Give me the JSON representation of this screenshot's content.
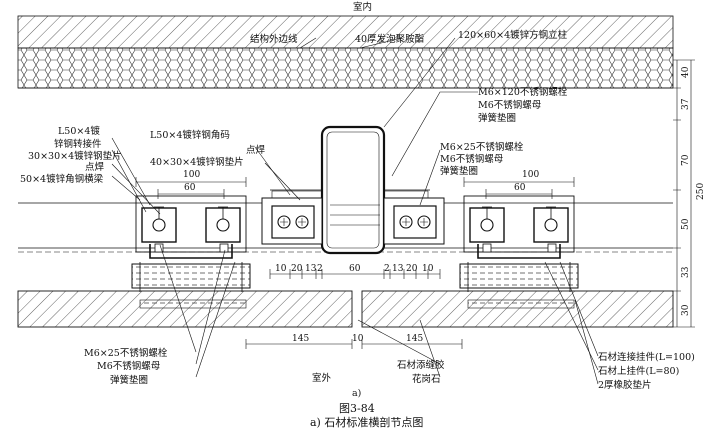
{
  "labels": {
    "indoor": "室内",
    "outdoor": "室外",
    "structure_edge": "结构外边线",
    "foam_board": "40厚发泡聚胺酯",
    "square_tube": "120×60×4镀锌方钢立柱",
    "bolt_m6x120": "M6×120不锈钢螺栓",
    "nut_m6_a": "M6不锈钢螺母",
    "washer_a": "弹簧垫圈",
    "angle_l50_clip": "L50×4镀锌钢角码",
    "spot_weld_a": "点焊",
    "gasket_40x30": "40×30×4镀锌钢垫片",
    "bolt_m6x25_a": "M6×25不锈钢螺栓",
    "nut_m6_b": "M6不锈钢螺母",
    "washer_b": "弹簧垫圈",
    "l50_line1": "L50×4镀",
    "l50_line2": "锌钢转接件",
    "gasket_30x30": "30×30×4镀锌钢垫片",
    "spot_weld_b": "点焊",
    "angle_50x4": "50×4镀锌角钢横梁",
    "bolt_m6x25_b": "M6×25不锈钢螺栓",
    "nut_m6_c": "M6不锈钢螺母",
    "washer_c": "弹簧垫圈",
    "sealant": "石材添缝胶",
    "granite": "花岗石",
    "hanger_long": "石材连接挂件(L=100)",
    "hanger_upper": "石材上挂件(L=80)",
    "rubber_pad": "2厚橡胶垫片",
    "sub_a": "a)",
    "fig_number": "图3-84",
    "fig_caption": "a) 石材标准横剖节点图"
  },
  "dimensions": {
    "top_left_100": "100",
    "top_left_60": "60",
    "top_right_100": "100",
    "top_right_60": "60",
    "mid_10a": "10",
    "mid_20a": "20",
    "mid_13a": "13",
    "mid_2a": "2",
    "mid_60": "60",
    "mid_2b": "2",
    "mid_13b": "13",
    "mid_20b": "20",
    "mid_10b": "10",
    "bottom_145a": "145",
    "bottom_10": "10",
    "bottom_145b": "145",
    "right_40": "40",
    "right_37": "37",
    "right_70": "70",
    "right_50": "50",
    "right_250": "250",
    "right_33": "33",
    "right_30": "30"
  }
}
